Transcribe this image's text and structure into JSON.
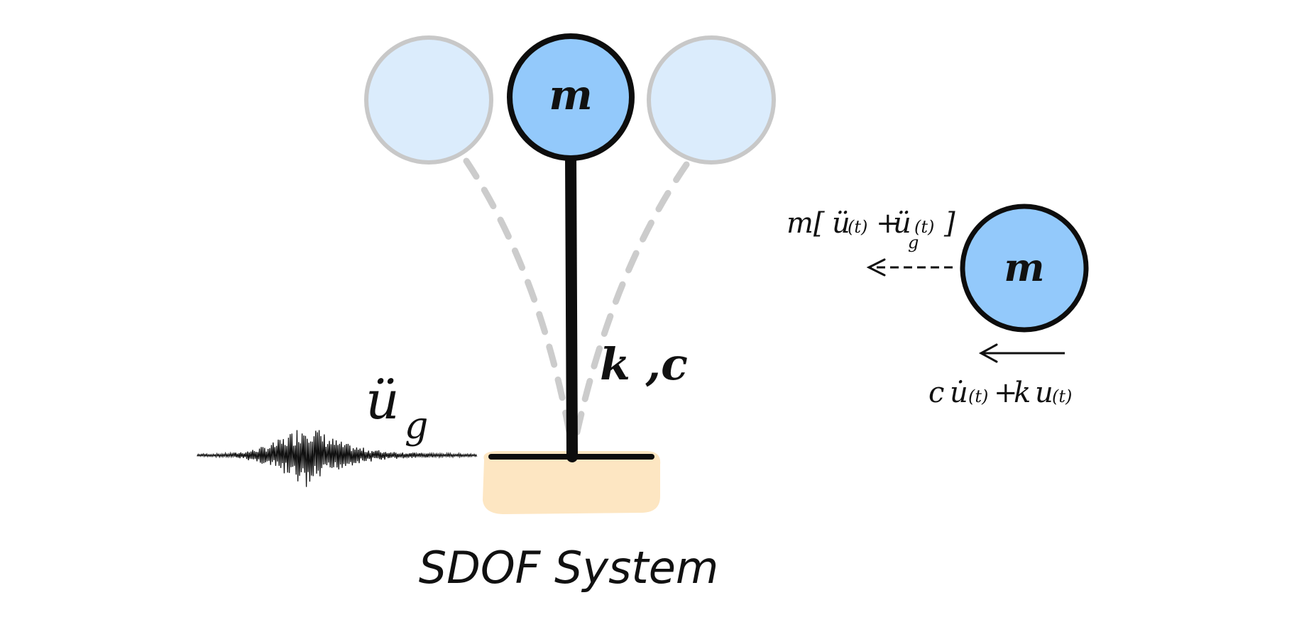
{
  "diagram": {
    "title": "SDOF System",
    "mass_label": "m",
    "stiffness_damping_label": "k ,c",
    "ground_accel": {
      "symbol": "ü",
      "subscript": "g"
    },
    "free_body": {
      "mass_label": "m",
      "inertia_force": {
        "prefix": "m[",
        "term1": "ü",
        "term1_arg": "(t)",
        "plus": "+",
        "term2": "ü",
        "term2_sub": "g",
        "term2_arg": "(t)",
        "suffix": "]"
      },
      "restoring_force": {
        "c": "c",
        "udot": "u̇",
        "arg1": "(t)",
        "plus": "+",
        "k": "k",
        "u": "u",
        "arg2": "(t)"
      }
    }
  },
  "colors": {
    "mass_fill": "#93c9fb",
    "ghost_fill": "#dbecfc",
    "ghost_stroke": "#c8c8c8",
    "ground_fill": "#fde6c2",
    "stroke": "#0d0d0d",
    "dashed": "#cccccc"
  }
}
